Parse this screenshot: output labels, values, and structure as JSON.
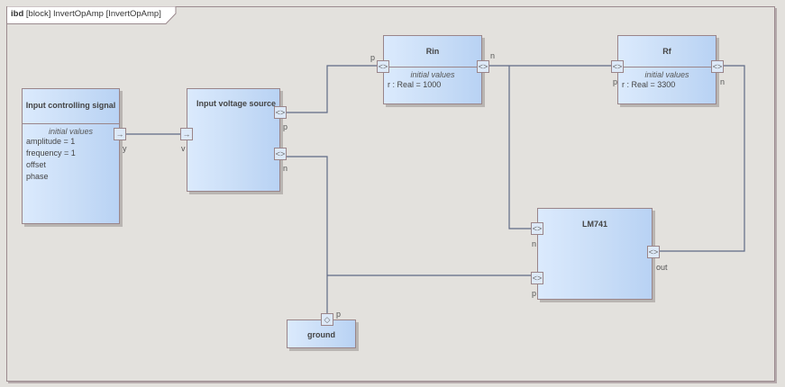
{
  "frame": {
    "kind": "ibd",
    "label": "[block] InvertOpAmp [InvertOpAmp]"
  },
  "blocks": {
    "input_controlling_signal": {
      "title": "Input controlling signal",
      "compartment_title": "initial values",
      "values": [
        "amplitude = 1",
        "frequency = 1",
        "offset",
        "phase"
      ],
      "ports": {
        "y": {
          "label": "y",
          "glyph": "→"
        }
      }
    },
    "input_voltage_source": {
      "title": "Input voltage source",
      "ports": {
        "v": {
          "label": "v",
          "glyph": "→"
        },
        "p": {
          "label": "p",
          "glyph": "<>"
        },
        "n": {
          "label": "n",
          "glyph": "<>"
        }
      }
    },
    "rin": {
      "title": "Rin",
      "compartment_title": "initial values",
      "values": [
        "r : Real = 1000"
      ],
      "ports": {
        "p": {
          "label": "p",
          "glyph": "<>"
        },
        "n": {
          "label": "n",
          "glyph": "<>"
        }
      }
    },
    "rf": {
      "title": "Rf",
      "compartment_title": "initial values",
      "values": [
        "r : Real = 3300"
      ],
      "ports": {
        "p": {
          "label": "p",
          "glyph": "<>"
        },
        "n": {
          "label": "n",
          "glyph": "<>"
        }
      }
    },
    "lm741": {
      "title": "LM741",
      "ports": {
        "n": {
          "label": "n",
          "glyph": "<>"
        },
        "p": {
          "label": "p",
          "glyph": "<>"
        },
        "out": {
          "label": "out",
          "glyph": "<>"
        }
      }
    },
    "ground": {
      "title": "ground",
      "ports": {
        "p": {
          "label": "p",
          "glyph": "◇"
        }
      }
    }
  },
  "connectors": [
    {
      "from": "Input controlling signal.y",
      "to": "Input voltage source.v"
    },
    {
      "from": "Input voltage source.p",
      "to": "Rin.p"
    },
    {
      "from": "Rin.n",
      "to": "Rf.p"
    },
    {
      "from": "Rin.n",
      "to": "LM741.n"
    },
    {
      "from": "Rf.n",
      "to": "LM741.out"
    },
    {
      "from": "Input voltage source.n",
      "to": "ground.p"
    },
    {
      "from": "ground.p",
      "to": "LM741.p"
    }
  ],
  "colors": {
    "canvas": "#e3e1dd",
    "block_fill_start": "#dbeafd",
    "block_fill_end": "#b8d2f4",
    "border": "#9a8589",
    "wire": "#5f6a86"
  }
}
